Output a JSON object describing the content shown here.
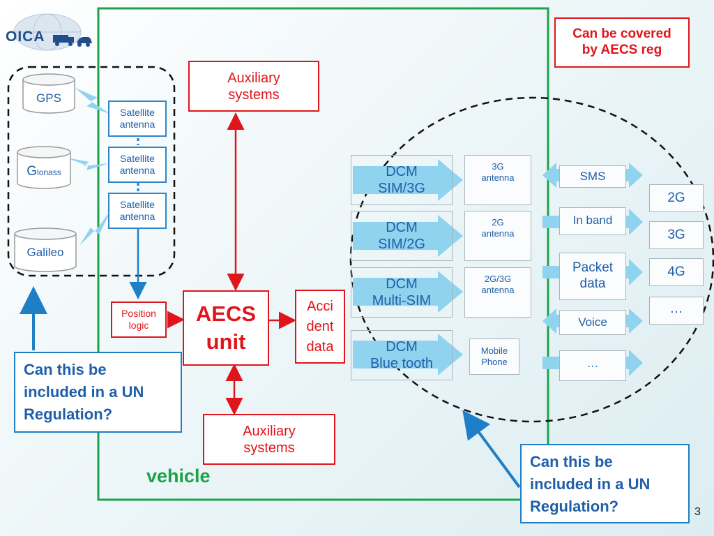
{
  "logo": {
    "text": "OICA"
  },
  "covered_note": "Can be covered\nby AECS reg",
  "vehicle_label": "vehicle",
  "aux_top": "Auxiliary\nsystems",
  "aux_bottom": "Auxiliary\nsystems",
  "aecs": "AECS\nunit",
  "accident": "Acci\ndent\ndata",
  "position_logic": "Position\nlogic",
  "gnss": {
    "gps": "GPS",
    "glonass_g": "G",
    "glonass_rest": "lonass",
    "galileo": "Galileo"
  },
  "sat_antenna": "Satellite\nantenna",
  "dcm": [
    {
      "label": "DCM\nSIM/3G",
      "antenna": "3G\nantenna"
    },
    {
      "label": "DCM\nSIM/2G",
      "antenna": "2G\nantenna"
    },
    {
      "label": "DCM\nMulti-SIM",
      "antenna": "2G/3G\nantenna"
    },
    {
      "label": "DCM\nBlue tooth",
      "antenna": "Mobile\nPhone"
    }
  ],
  "services": [
    "SMS",
    "In band",
    "Packet\ndata",
    "Voice",
    "…"
  ],
  "networks": [
    "2G",
    "3G",
    "4G",
    "…"
  ],
  "question_left": "Can this be\nincluded in a UN\nRegulation?",
  "question_right": "Can this be\nincluded in a UN\nRegulation?",
  "page_number": "3",
  "colors": {
    "red": "#e0151b",
    "blue": "#1f5fa8",
    "green": "#1aa34a",
    "arrow_fill": "#8fd3ef"
  }
}
